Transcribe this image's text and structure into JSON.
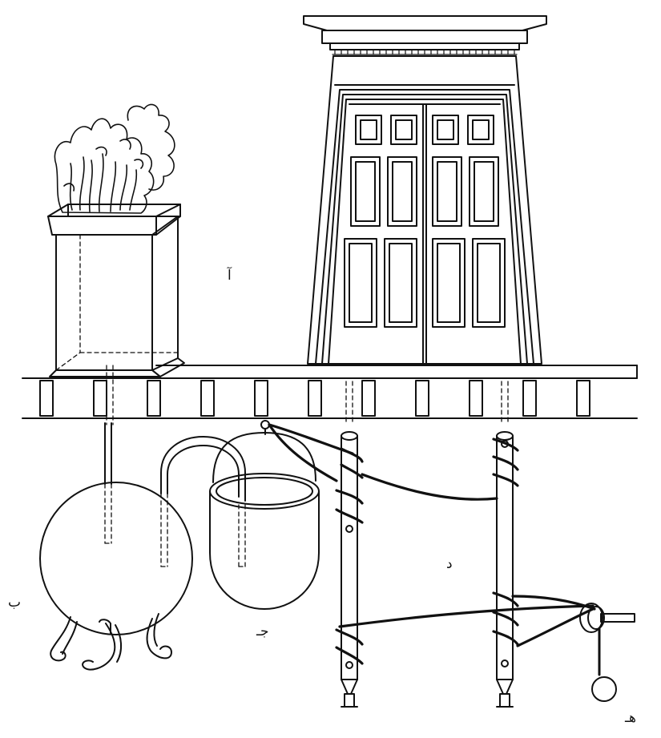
{
  "diagram": {
    "labels": {
      "a": "آ",
      "b": "ب",
      "j": "جـ",
      "d": "د",
      "h": "هـ"
    },
    "parts": [
      "altar-fire-box",
      "temple-door",
      "floor-beam",
      "water-sphere",
      "siphon-pipe",
      "bucket",
      "door-axle-left",
      "door-axle-right",
      "rope",
      "pulley",
      "counterweight"
    ],
    "colors": {
      "stroke": "#111111",
      "background": "#ffffff"
    }
  }
}
